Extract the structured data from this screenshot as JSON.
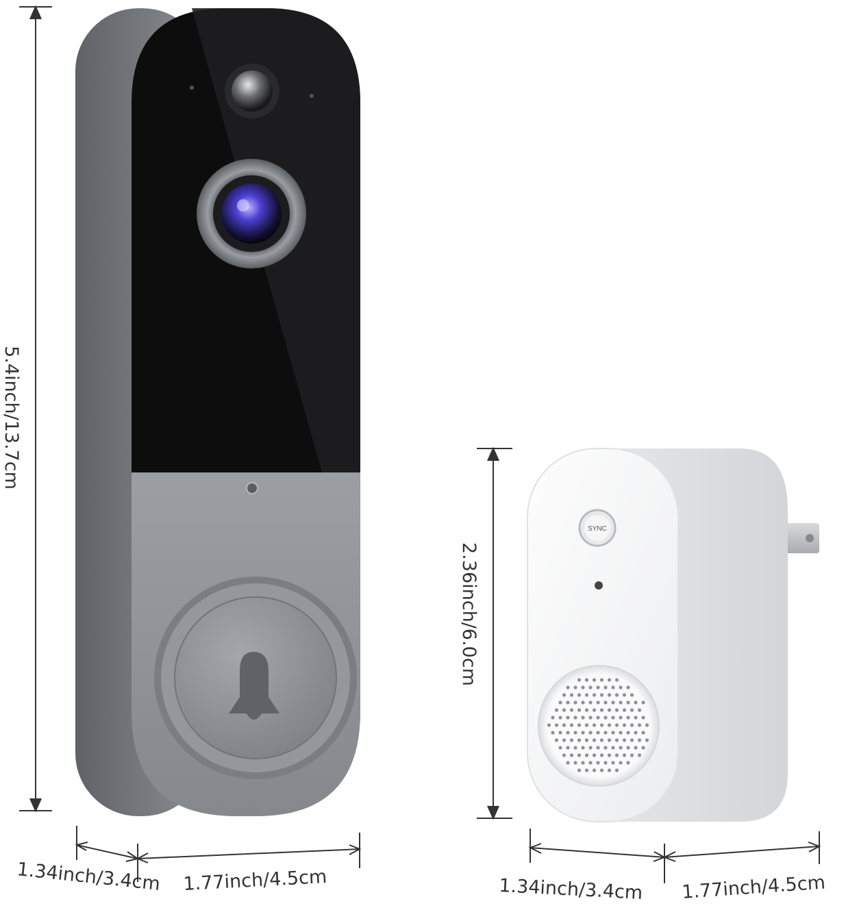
{
  "dimensions": {
    "doorbell_height": "5.4inch/13.7cm",
    "doorbell_depth": "1.34inch/3.4cm",
    "doorbell_width": "1.77inch/4.5cm",
    "chime_height": "2.36inch/6.0cm",
    "chime_depth": "1.34inch/3.4cm",
    "chime_width": "1.77inch/4.5cm"
  },
  "chime": {
    "sync_label": "SYNC"
  },
  "colors": {
    "doorbell_body": "#8f9296",
    "doorbell_face": "#0d0d0e",
    "chime_body": "#f2f3f4",
    "dimension_lines": "#333333"
  }
}
